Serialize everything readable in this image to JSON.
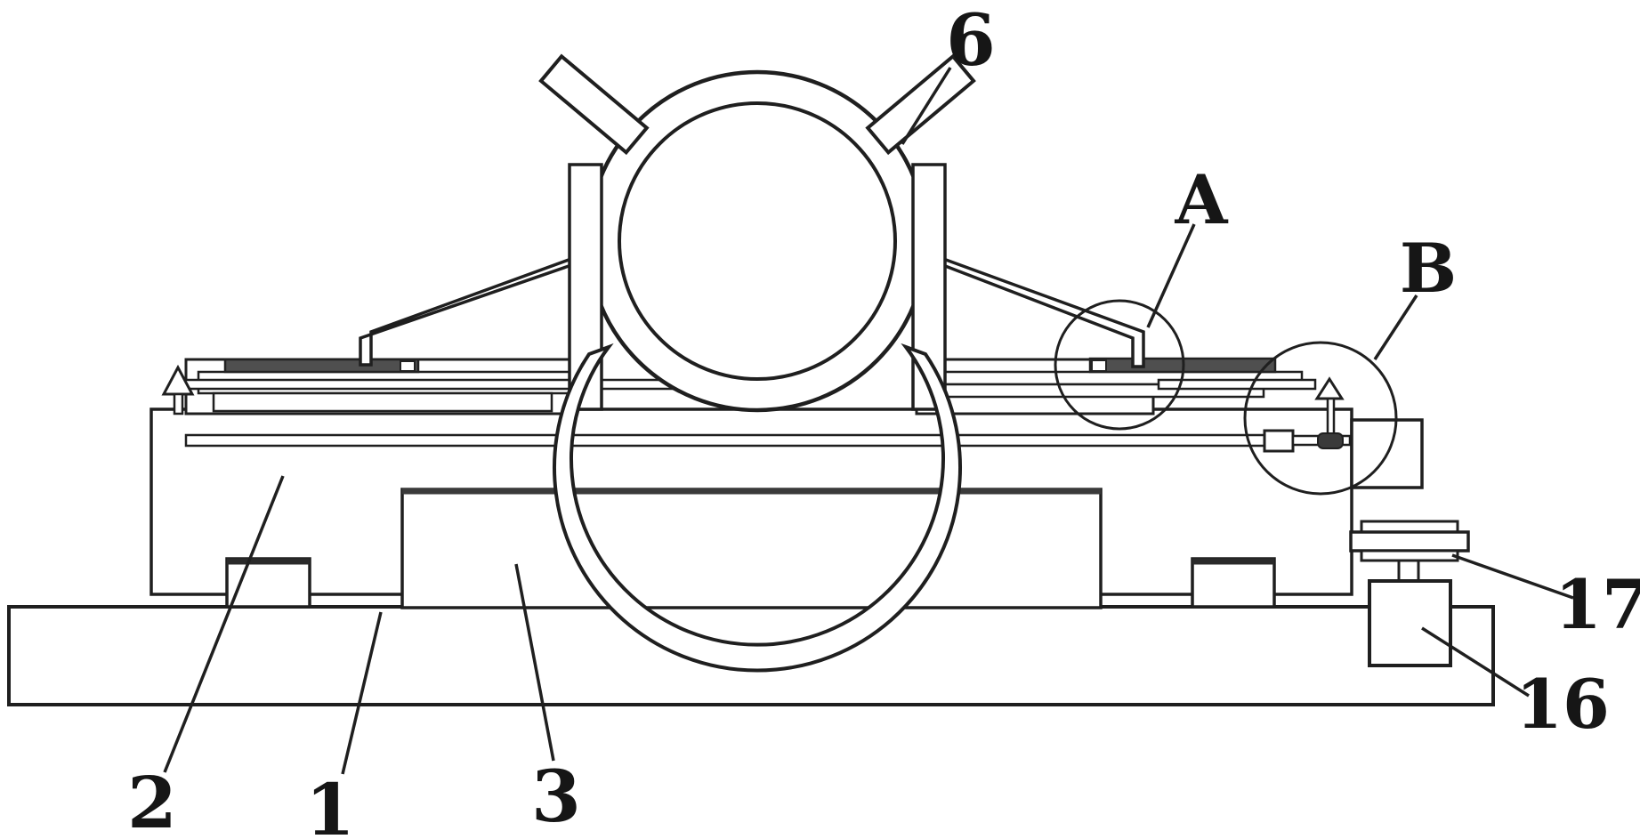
{
  "figure": {
    "title": "patent-style mechanical assembly side view",
    "background": "#ffffff",
    "line_color": "#1f1f1f",
    "dark_fill": "#4f4f4f",
    "labels": {
      "part_6": {
        "text": "6",
        "points_to": "clamp-band-tab"
      },
      "detail_a": {
        "text": "A",
        "points_to": "detail-circle-a"
      },
      "detail_b": {
        "text": "B",
        "points_to": "detail-circle-b"
      },
      "part_17": {
        "text": "17",
        "points_to": "handwheel-assembly"
      },
      "part_16": {
        "text": "16",
        "points_to": "motor-box"
      },
      "part_2": {
        "text": "2",
        "points_to": "machine-body"
      },
      "part_1": {
        "text": "1",
        "points_to": "base-plate"
      },
      "part_3": {
        "text": "3",
        "points_to": "center-box"
      }
    }
  }
}
